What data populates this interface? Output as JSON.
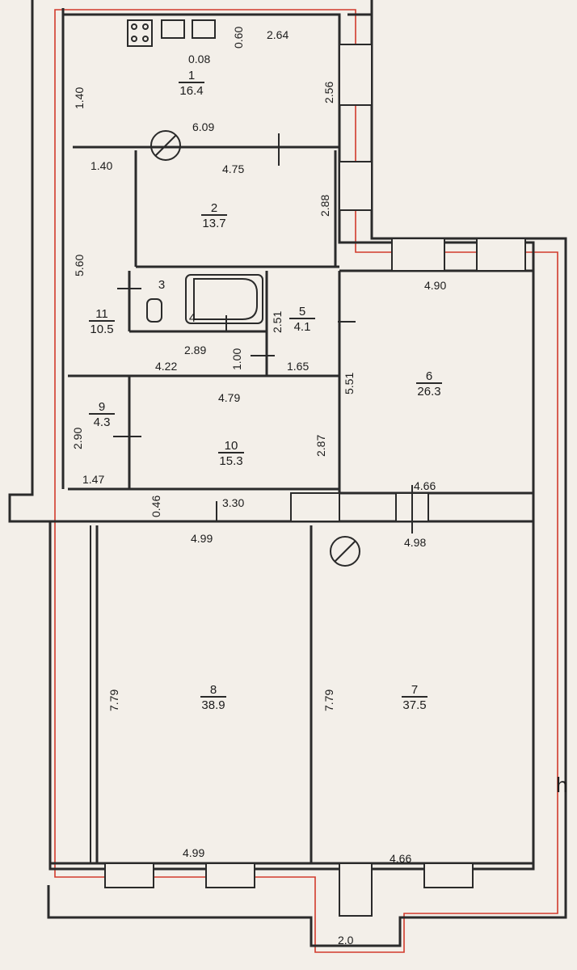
{
  "rooms": [
    {
      "number": "1",
      "area": "16.4"
    },
    {
      "number": "2",
      "area": "13.7"
    },
    {
      "number": "3",
      "area": ""
    },
    {
      "number": "4",
      "area": ""
    },
    {
      "number": "5",
      "area": "4.1"
    },
    {
      "number": "6",
      "area": "26.3"
    },
    {
      "number": "7",
      "area": "37.5"
    },
    {
      "number": "8",
      "area": "38.9"
    },
    {
      "number": "9",
      "area": "4.3"
    },
    {
      "number": "10",
      "area": "15.3"
    },
    {
      "number": "11",
      "area": "10.5"
    }
  ],
  "dimensions": {
    "d_264": "2.64",
    "d_060": "0.60",
    "d_008": "0.08",
    "d_140_v": "1.40",
    "d_256": "2.56",
    "d_609": "6.09",
    "d_140_h": "1.40",
    "d_475": "4.75",
    "d_288": "2.88",
    "d_560": "5.60",
    "d_490": "4.90",
    "d_251": "2.51",
    "d_289": "2.89",
    "d_100": "1.00",
    "d_422": "4.22",
    "d_165": "1.65",
    "d_551": "5.51",
    "d_479": "4.79",
    "d_287": "2.87",
    "d_290": "2.90",
    "d_147": "1.47",
    "d_046": "0.46",
    "d_330": "3.30",
    "d_466_top": "4.66",
    "d_499_top": "4.99",
    "d_498": "4.98",
    "d_779_left": "7.79",
    "d_779_mid": "7.79",
    "d_499_bot": "4.99",
    "d_466_bot": "4.66",
    "d_20": "2.0"
  },
  "margin_mark": "h"
}
